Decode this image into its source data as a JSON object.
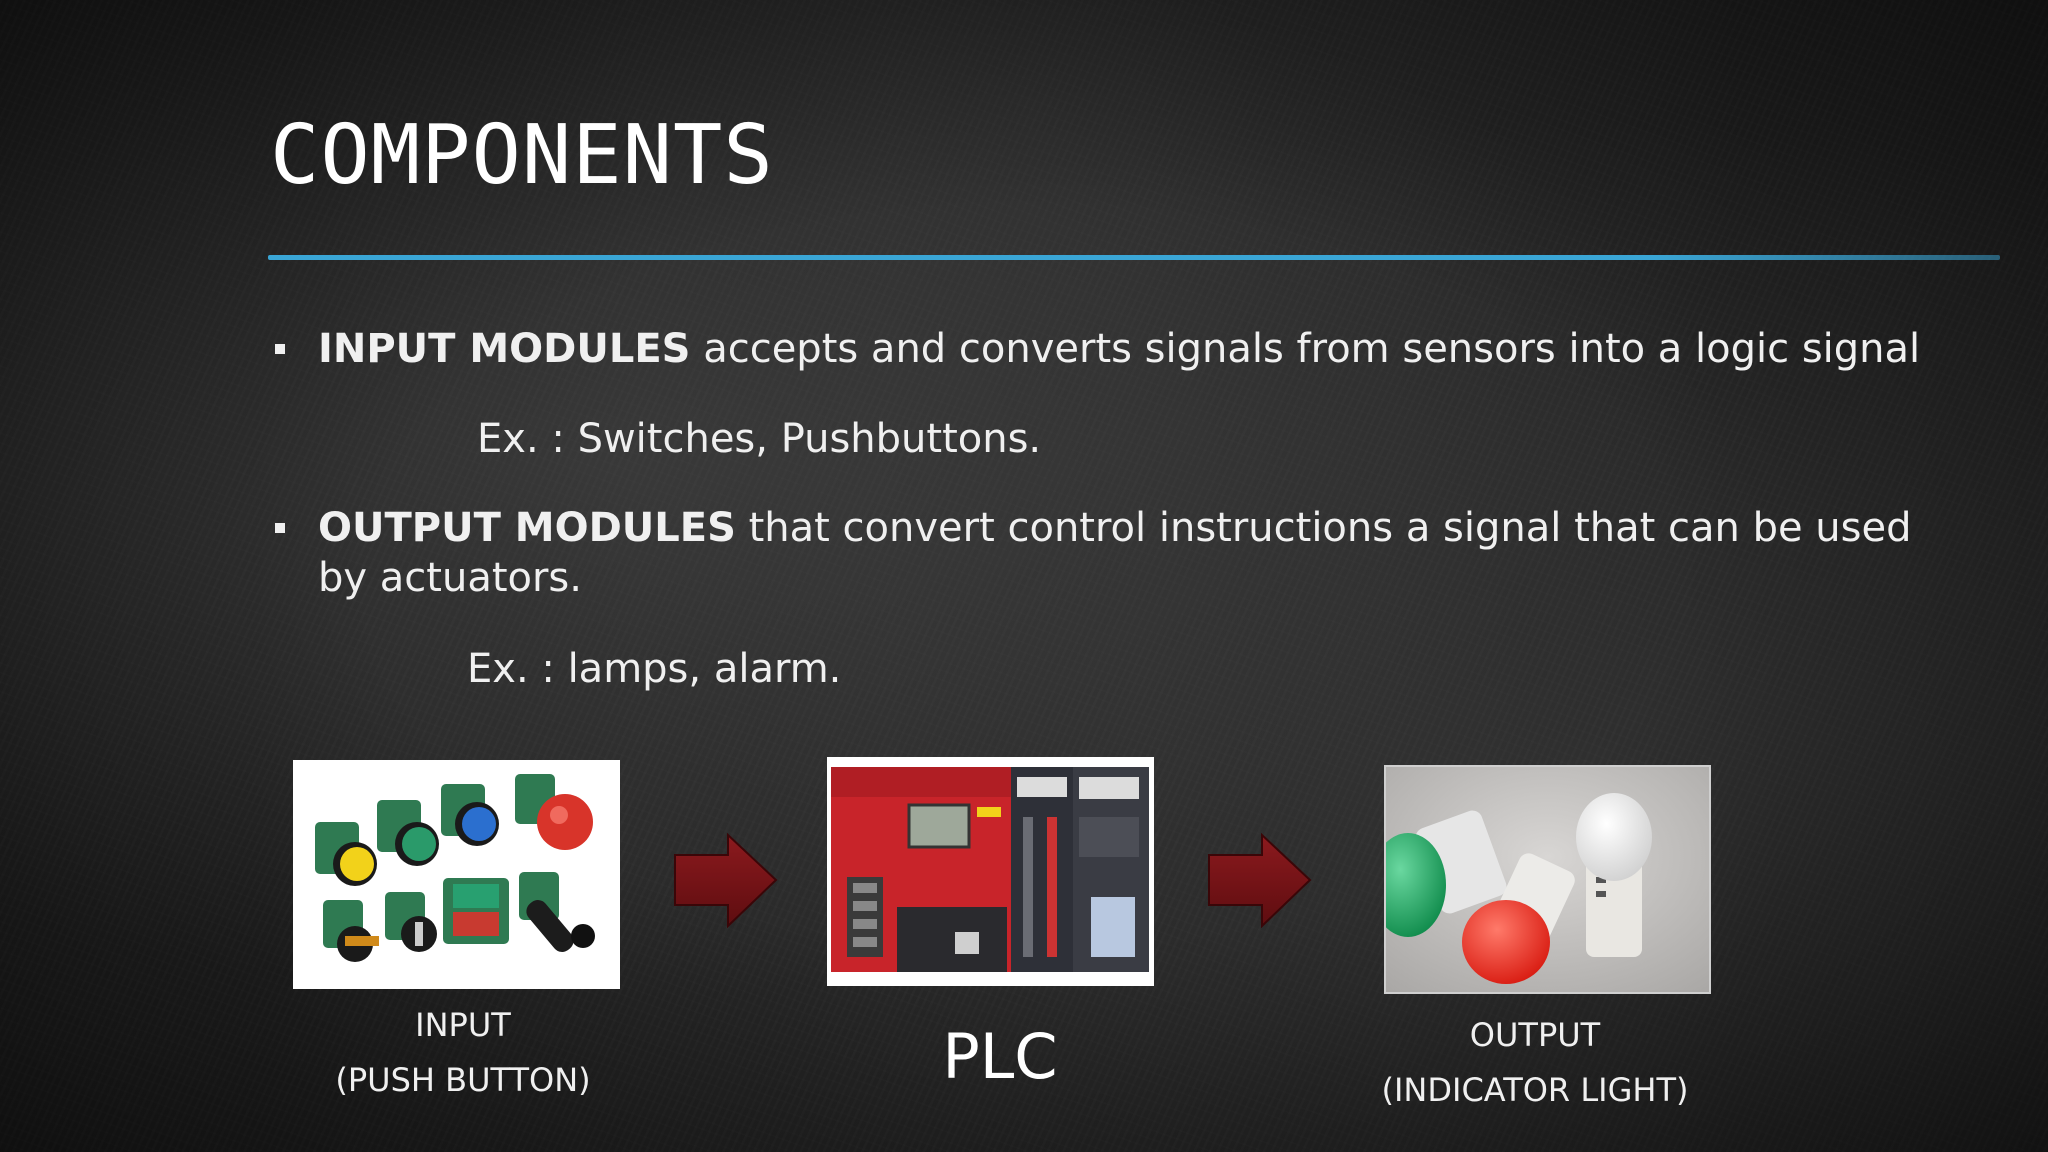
{
  "slide": {
    "title": "COMPONENTS",
    "accent_color": "#3aa6d6",
    "arrow_color": "#7a1216"
  },
  "bullets": [
    {
      "term": "INPUT MODULES",
      "rest": " accepts and converts signals from sensors into a logic signal",
      "example": "Ex. : Switches, Pushbuttons."
    },
    {
      "term": "OUTPUT MODULES",
      "rest": " that convert control instructions a signal that can be used by actuators.",
      "example": "Ex. : lamps, alarm."
    }
  ],
  "diagram": {
    "input_caption_1": "INPUT",
    "input_caption_2": "(PUSH BUTTON)",
    "plc_label": "PLC",
    "output_caption_1": "OUTPUT",
    "output_caption_2": "(INDICATOR LIGHT)",
    "input_image_icon": "push-buttons-photo",
    "plc_image_icon": "plc-unit-photo",
    "output_image_icon": "indicator-lights-photo"
  }
}
